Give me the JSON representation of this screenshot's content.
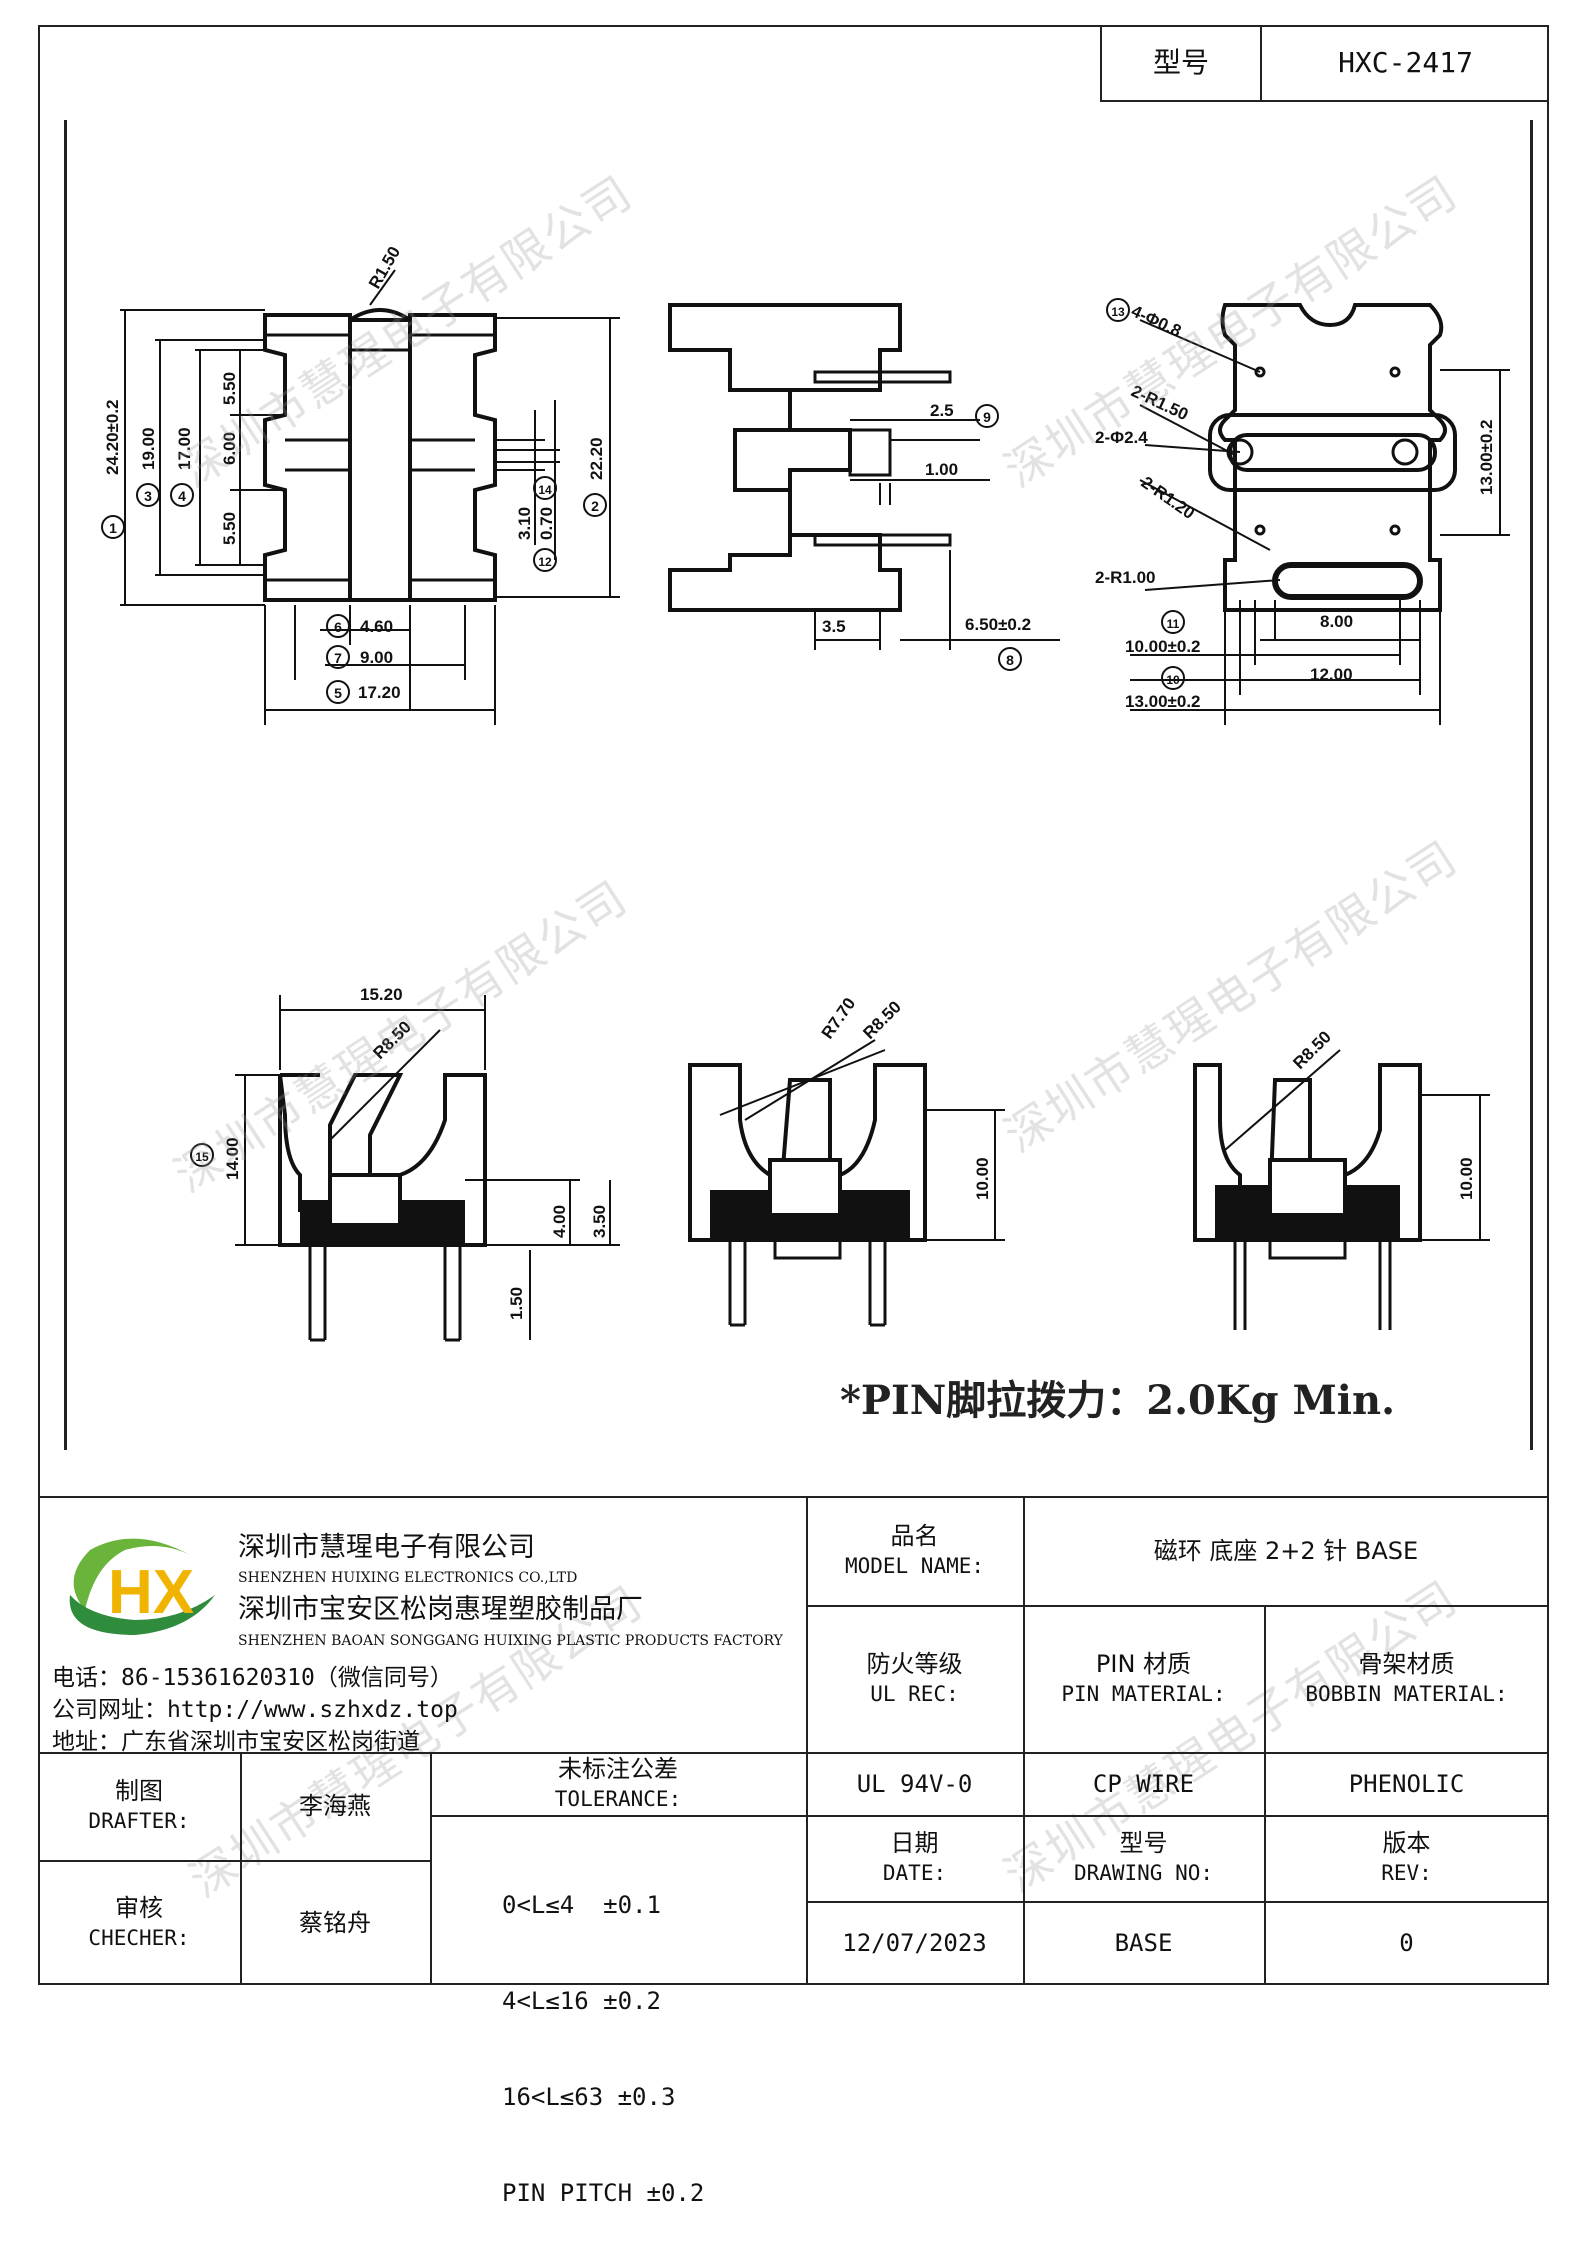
{
  "header": {
    "model_label": "型号",
    "model_value": "HXC-2417"
  },
  "drawing": {
    "front": {
      "d1": "24.20±0.2",
      "d3": "19.00",
      "d4": "17.00",
      "s1": "5.50",
      "s2": "6.00",
      "s3": "5.50",
      "r": "R1.50",
      "d2": "22.20",
      "d14": "3.10",
      "d12": "0.70",
      "w6": "4.60",
      "w7": "9.00",
      "w5": "17.20",
      "n1": "1",
      "n2": "2",
      "n3": "3",
      "n4": "4",
      "n5": "5",
      "n6": "6",
      "n7": "7",
      "n12": "12",
      "n14": "14"
    },
    "side": {
      "d9": "2.5",
      "d1": "1.00",
      "d35": "3.5",
      "d8": "6.50±0.2",
      "n8": "8",
      "n9": "9"
    },
    "top": {
      "d13": "4-Φ0.8",
      "r150": "2-R1.50",
      "phi": "2-Φ2.4",
      "r120": "2-R1.20",
      "r100": "2-R1.00",
      "h13": "13.00±0.2",
      "w8": "8.00",
      "w11": "10.00±0.2",
      "w12": "12.00",
      "w10": "13.00±0.2",
      "n13": "13",
      "n11": "11",
      "n10": "10"
    },
    "end1": {
      "w": "15.20",
      "r": "R8.50",
      "h14": "14.00",
      "h4": "4.00",
      "h35": "3.50",
      "p": "1.50",
      "n15": "15"
    },
    "end2": {
      "r1": "R7.70",
      "r2": "R8.50",
      "h": "10.00"
    },
    "end3": {
      "r": "R8.50",
      "h": "10.00"
    },
    "note": "*PIN脚拉拨力：2.0Kg Min."
  },
  "watermark": "深圳市慧瑆电子有限公司",
  "company": {
    "logo": "HX",
    "name_cn": "深圳市慧瑆电子有限公司",
    "name_en": "SHENZHEN HUIXING ELECTRONICS CO.,LTD",
    "factory_cn": "深圳市宝安区松岗惠瑆塑胶制品厂",
    "factory_en": "SHENZHEN BAOAN SONGGANG HUIXING PLASTIC PRODUCTS FACTORY",
    "phone": "电话：86-15361620310（微信同号）",
    "website": "公司网址：http://www.szhxdz.top",
    "address": "地址：广东省深圳市宝安区松岗街道"
  },
  "table": {
    "model_name_cn": "品名",
    "model_name_en": "MODEL NAME:",
    "model_name_value": "磁环 底座 2+2 针 BASE",
    "ul_cn": "防火等级",
    "ul_en": "UL REC:",
    "pin_cn": "PIN 材质",
    "pin_en": "PIN MATERIAL:",
    "bobbin_cn": "骨架材质",
    "bobbin_en": "BOBBIN MATERIAL:",
    "ul_value": "UL 94V-0",
    "pin_value": "CP WIRE",
    "bobbin_value": "PHENOLIC",
    "date_cn": "日期",
    "date_en": "DATE:",
    "drawing_cn": "型号",
    "drawing_en": "DRAWING NO:",
    "rev_cn": "版本",
    "rev_en": "REV:",
    "date_value": "12/07/2023",
    "drawing_value": "BASE",
    "rev_value": "0",
    "drafter_cn": "制图",
    "drafter_en": "DRAFTER:",
    "drafter_value": "李海燕",
    "checker_cn": "审核",
    "checker_en": "CHECHER:",
    "checker_value": "蔡铭舟",
    "tol_cn": "未标注公差",
    "tol_en": "TOLERANCE:",
    "tol_lines": [
      "0<L≤4  ±0.1",
      "4<L≤16 ±0.2",
      "16<L≤63 ±0.3",
      "PIN PITCH ±0.2"
    ]
  }
}
